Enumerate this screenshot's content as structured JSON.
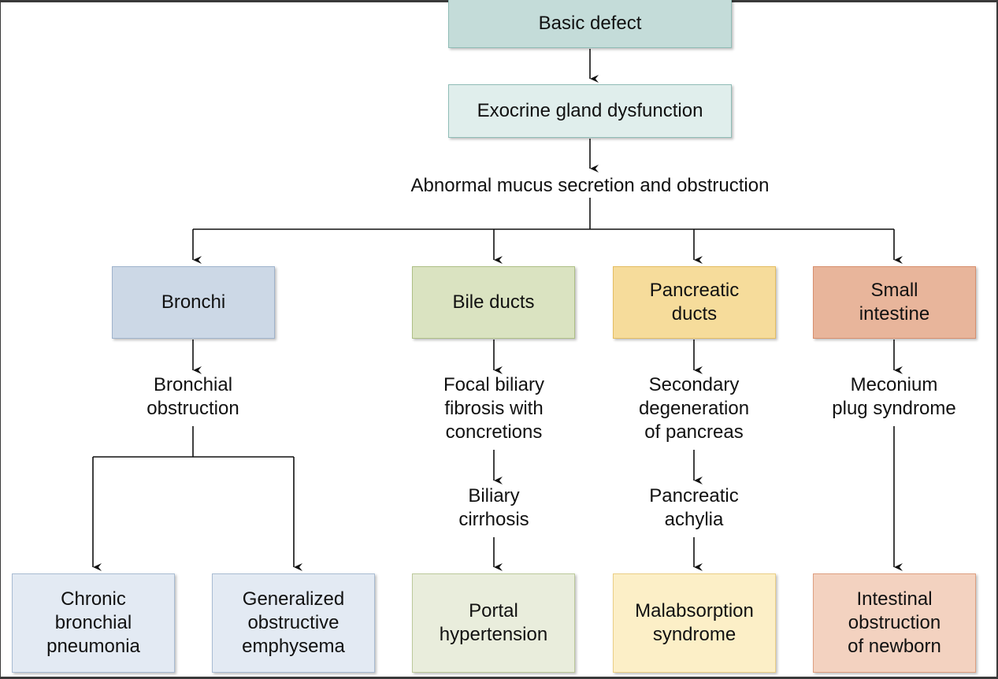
{
  "nodes": {
    "basic_defect": "Basic defect",
    "exocrine": "Exocrine gland dysfunction",
    "abnormal_mucus": "Abnormal mucus secretion and obstruction",
    "bronchi": "Bronchi",
    "bile_ducts": "Bile ducts",
    "pancreatic_ducts": "Pancreatic\nducts",
    "small_intestine": "Small\nintestine",
    "bronchial_obstruction": "Bronchial\nobstruction",
    "focal_biliary": "Focal biliary\nfibrosis with\nconcretions",
    "secondary_degeneration": "Secondary\ndegeneration\nof pancreas",
    "meconium": "Meconium\nplug syndrome",
    "biliary_cirrhosis": "Biliary\ncirrhosis",
    "pancreatic_achylia": "Pancreatic\nachylia",
    "chronic_pneumonia": "Chronic\nbronchial\npneumonia",
    "emphysema": "Generalized\nobstructive\nemphysema",
    "portal_hypertension": "Portal\nhypertension",
    "malabsorption": "Malabsorption\nsyndrome",
    "intestinal_obstruction": "Intestinal\nobstruction\nof newborn"
  },
  "colors": {
    "teal": "#c4dcd9",
    "blue": "#ccd8e6",
    "green": "#dae3c1",
    "yellow": "#f6dc9b",
    "orange": "#e8b59b",
    "line": "#111111"
  }
}
